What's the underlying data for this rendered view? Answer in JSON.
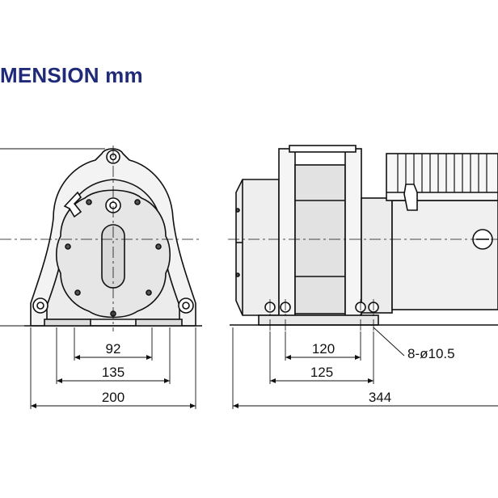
{
  "title": "MENSION mm",
  "dimensions": {
    "d92": "92",
    "d135": "135",
    "d200": "200",
    "d120": "120",
    "d125": "125",
    "d344": "344",
    "holes": "8-ø10.5"
  },
  "colors": {
    "title": "#1f2a78",
    "line": "#111111",
    "fill": "#f2f2f2"
  }
}
